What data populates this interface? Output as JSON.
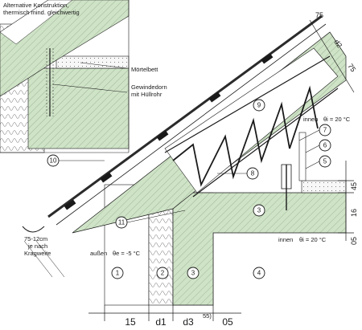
{
  "inset": {
    "note_line1": "Alternative Konstruktion,",
    "note_line2": "thermisch mind. gleichwertig",
    "label_mortar": "Mörtelbett",
    "label_dowel_line1": "Gewindedorn",
    "label_dowel_line2": "mit Hüllrohr"
  },
  "conditions": {
    "inside_upper": "innen",
    "theta_i_upper": "θi = 20 °C",
    "inside_lower": "innen",
    "theta_i_lower": "θi = 20 °C",
    "outside": "außen",
    "theta_e": "θe = -5 °C"
  },
  "eaves_note": {
    "line1": "75-12cm",
    "line2": "je nach",
    "line3": "Kragweite"
  },
  "callouts": [
    "1",
    "2",
    "3",
    "4",
    "5",
    "6",
    "7",
    "8",
    "9",
    "10",
    "11",
    "3"
  ],
  "dims": {
    "bottom": [
      "15",
      "d1",
      "d3",
      "55)",
      "05"
    ],
    "right": [
      "45",
      "16",
      "05"
    ],
    "top": [
      "75",
      "d2",
      "75"
    ]
  },
  "colors": {
    "concrete": "#cfe3c7",
    "insulation": "#ffffff",
    "line": "#1a1a1a",
    "membrane": "#2b2b2b"
  }
}
